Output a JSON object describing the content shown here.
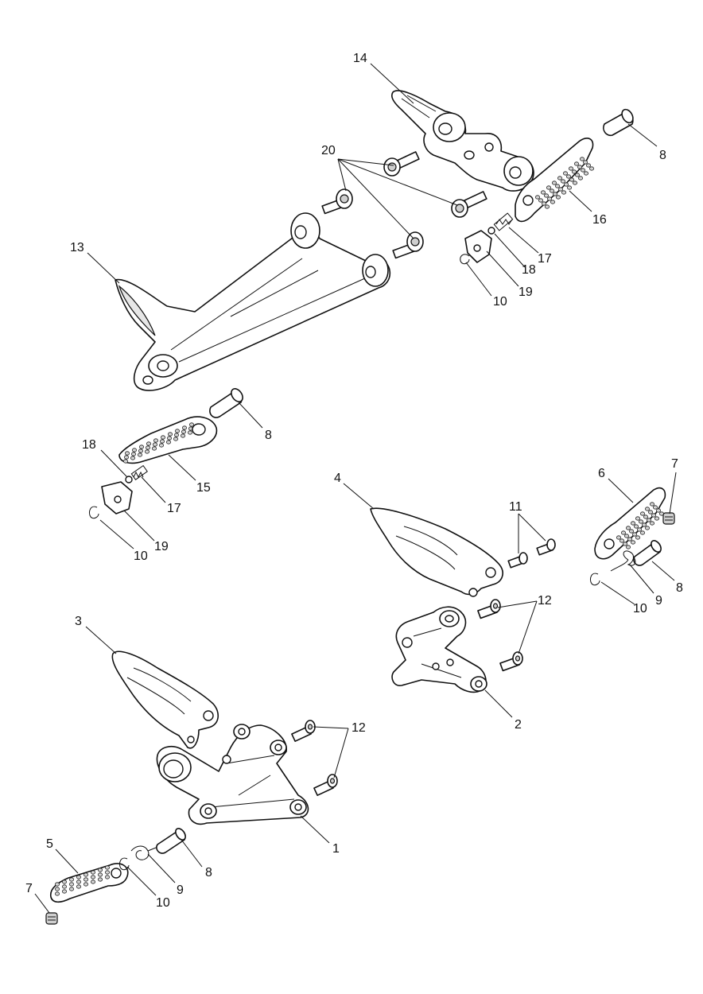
{
  "callouts": [
    {
      "id": "c14",
      "label": "14"
    },
    {
      "id": "c8a",
      "label": "8"
    },
    {
      "id": "c20",
      "label": "20"
    },
    {
      "id": "c16",
      "label": "16"
    },
    {
      "id": "c17a",
      "label": "17"
    },
    {
      "id": "c18a",
      "label": "18"
    },
    {
      "id": "c19a",
      "label": "19"
    },
    {
      "id": "c10a",
      "label": "10"
    },
    {
      "id": "c13",
      "label": "13"
    },
    {
      "id": "c8b",
      "label": "8"
    },
    {
      "id": "c18b",
      "label": "18"
    },
    {
      "id": "c15",
      "label": "15"
    },
    {
      "id": "c17b",
      "label": "17"
    },
    {
      "id": "c10b",
      "label": "10"
    },
    {
      "id": "c19b",
      "label": "19"
    },
    {
      "id": "c4",
      "label": "4"
    },
    {
      "id": "c11",
      "label": "11"
    },
    {
      "id": "c6",
      "label": "6"
    },
    {
      "id": "c7a",
      "label": "7"
    },
    {
      "id": "c12a",
      "label": "12"
    },
    {
      "id": "c8c",
      "label": "8"
    },
    {
      "id": "c9a",
      "label": "9"
    },
    {
      "id": "c10c",
      "label": "10"
    },
    {
      "id": "c2",
      "label": "2"
    },
    {
      "id": "c3",
      "label": "3"
    },
    {
      "id": "c12b",
      "label": "12"
    },
    {
      "id": "c1",
      "label": "1"
    },
    {
      "id": "c5",
      "label": "5"
    },
    {
      "id": "c8d",
      "label": "8"
    },
    {
      "id": "c9b",
      "label": "9"
    },
    {
      "id": "c7b",
      "label": "7"
    },
    {
      "id": "c10d",
      "label": "10"
    }
  ]
}
